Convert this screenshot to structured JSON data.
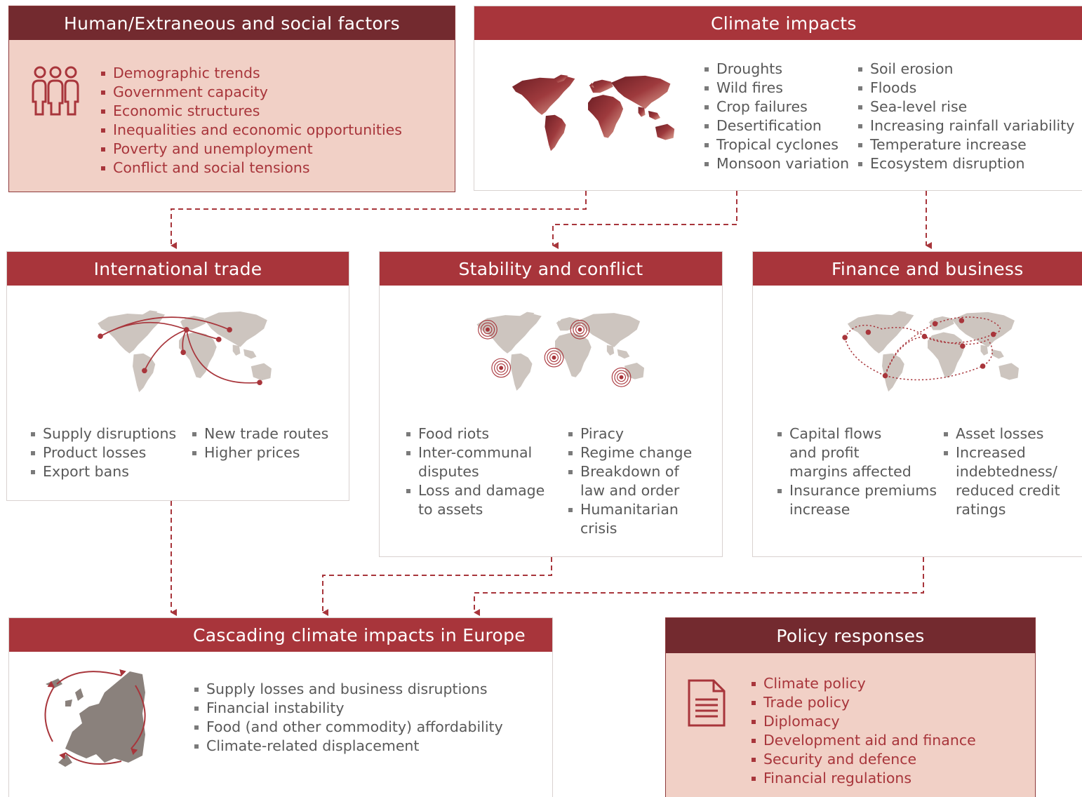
{
  "colors": {
    "accent": "#a8353b",
    "accent_dark": "#732a2f",
    "panel_pink": "#f1d0c6",
    "text_gray": "#595959",
    "map_gray": "#cdc5bf"
  },
  "human_factors": {
    "title": "Human/Extraneous and social factors",
    "icon": "people-icon",
    "items": [
      "Demographic trends",
      "Government capacity",
      "Economic structures",
      "Inequalities and economic opportunities",
      "Poverty and unemployment",
      "Conflict and social tensions"
    ]
  },
  "climate": {
    "title": "Climate impacts",
    "icon": "world-map-icon",
    "col1": [
      "Droughts",
      "Wild fires",
      "Crop failures",
      "Desertification",
      "Tropical cyclones",
      "Monsoon variation"
    ],
    "col2": [
      "Soil erosion",
      "Floods",
      "Sea-level rise",
      "Increasing rainfall variability",
      "Temperature increase",
      "Ecosystem disruption"
    ]
  },
  "trade": {
    "title": "International trade",
    "icon": "trade-routes-map-icon",
    "col1": [
      "Supply disruptions",
      "Product losses",
      "Export bans"
    ],
    "col2": [
      "New trade routes",
      "Higher prices"
    ]
  },
  "stability": {
    "title": "Stability and conflict",
    "icon": "conflict-hotspots-map-icon",
    "col1": [
      {
        "line1": "Food riots",
        "line2": ""
      },
      {
        "line1": "Inter-communal",
        "line2": "disputes"
      },
      {
        "line1": "Loss and damage",
        "line2": "to assets"
      }
    ],
    "col2": [
      {
        "line1": "Piracy",
        "line2": ""
      },
      {
        "line1": "Regime change",
        "line2": ""
      },
      {
        "line1": "Breakdown of",
        "line2": "law and order"
      },
      {
        "line1": "Humanitarian",
        "line2": "crisis"
      }
    ]
  },
  "finance": {
    "title": "Finance and business",
    "icon": "financial-network-map-icon",
    "col1": [
      {
        "line1": "Capital flows",
        "line2": "and profit",
        "line3": "margins affected"
      },
      {
        "line1": "Insurance premiums",
        "line2": "increase",
        "line3": ""
      }
    ],
    "col2": [
      {
        "line1": "Asset losses",
        "line2": "",
        "line3": ""
      },
      {
        "line1": "Increased",
        "line2": "indebtedness/",
        "line3": "reduced credit",
        "line4": "ratings"
      }
    ]
  },
  "europe": {
    "title": "Cascading climate impacts in Europe",
    "icon": "europe-map-icon",
    "items": [
      "Supply losses and business disruptions",
      "Financial instability",
      "Food (and other commodity) affordability",
      "Climate-related displacement"
    ]
  },
  "policy": {
    "title": "Policy responses",
    "icon": "document-icon",
    "items": [
      "Climate policy",
      "Trade policy",
      "Diplomacy",
      "Development aid and finance",
      "Security and defence",
      "Financial regulations"
    ]
  }
}
